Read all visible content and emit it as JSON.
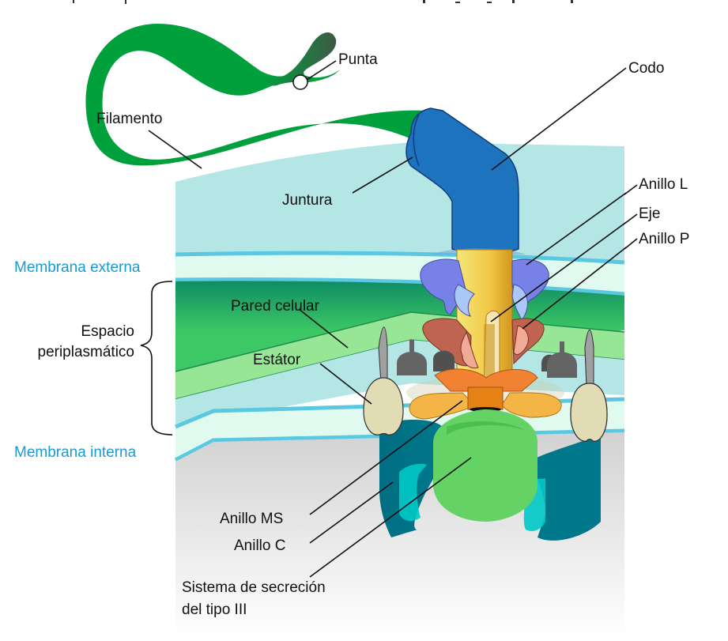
{
  "diagram": {
    "title_cutoff": "",
    "labels": {
      "punta": "Punta",
      "codo": "Codo",
      "filamento": "Filamento",
      "juntura": "Juntura",
      "anillo_l": "Anillo L",
      "eje": "Eje",
      "anillo_p": "Anillo P",
      "membrana_externa": "Membrana externa",
      "espacio_1": "Espacio",
      "espacio_2": "periplasmático",
      "pared_celular": "Pared celular",
      "estator": "Estátor",
      "membrana_interna": "Membrana interna",
      "anillo_ms": "Anillo MS",
      "anillo_c": "Anillo C",
      "sistema_1": "Sistema de secreción",
      "sistema_2": "del tipo III"
    },
    "colors": {
      "filament": "#00a03c",
      "filament_tip": "#3c5a46",
      "hook": "#1e73be",
      "hook_outline": "#0d3c78",
      "outer_space": "#b4e6e6",
      "membrane_line": "#5ac8e1",
      "membrane_fill": "#e1faf0",
      "cell_wall_dark": "#0f8c64",
      "cell_wall_mid": "#3cc864",
      "cell_wall_light": "#96e696",
      "cytoplasm": "#dcdcdc",
      "rod": "#f0c846",
      "l_ring": "#7882e6",
      "l_ring_inner": "#aac8f5",
      "p_ring": "#be6450",
      "p_ring_inner": "#f0aa96",
      "ms_ring": "#f5b446",
      "ms_ring_top": "#f08232",
      "c_ring": "#00788c",
      "c_ring_light": "#00c8c8",
      "type3": "#64d264",
      "stator": "#e1dcb4",
      "stator_pin": "#a0a0a0",
      "anchor": "#646464",
      "label_blue": "#1a9ad0"
    }
  }
}
